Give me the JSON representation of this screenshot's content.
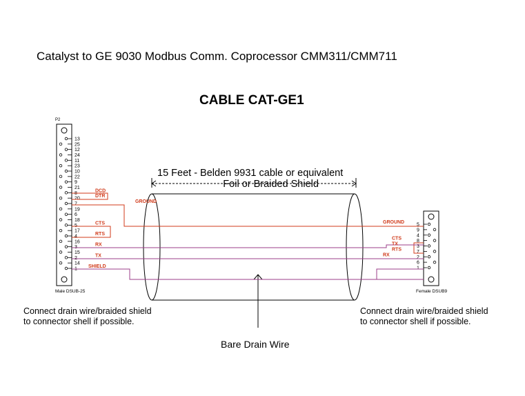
{
  "title": "Catalyst to GE 9030 Modbus Comm. Coprocessor CMM311/CMM711",
  "cable_title": "CABLE CAT-GE1",
  "cable_desc": {
    "line1": "15 Feet - Belden 9931 cable or equivalent",
    "line2": "Foil or Braided Shield"
  },
  "left_connector": {
    "tag": "P2",
    "label": "Male DSUB-25",
    "pins": [
      "13",
      "25",
      "12",
      "24",
      "11",
      "23",
      "10",
      "22",
      "9",
      "21",
      "8",
      "20",
      "7",
      "19",
      "6",
      "18",
      "5",
      "17",
      "4",
      "16",
      "3",
      "15",
      "2",
      "14",
      "1"
    ],
    "signals": [
      {
        "pin": "8",
        "name": "DCD"
      },
      {
        "pin": "20",
        "name": "DTR"
      },
      {
        "pin": "7",
        "name": "GROUND"
      },
      {
        "pin": "5",
        "name": "CTS"
      },
      {
        "pin": "4",
        "name": "RTS"
      },
      {
        "pin": "3",
        "name": "RX"
      },
      {
        "pin": "2",
        "name": "TX"
      },
      {
        "pin": "1",
        "name": "SHIELD"
      }
    ]
  },
  "right_connector": {
    "label": "Female DSUB9",
    "pins": [
      "5",
      "9",
      "4",
      "8",
      "3",
      "7",
      "2",
      "6",
      "1"
    ],
    "signals": [
      {
        "pin": "5",
        "name": "GROUND"
      },
      {
        "pin": "8",
        "name": "CTS"
      },
      {
        "pin": "3",
        "name": "TX"
      },
      {
        "pin": "7",
        "name": "RTS"
      },
      {
        "pin": "2",
        "name": "RX"
      }
    ]
  },
  "note_left": {
    "line1": "Connect drain wire/braided shield",
    "line2": "to connector shell if possible."
  },
  "note_right": {
    "line1": "Connect drain wire/braided shield",
    "line2": "to connector shell if possible."
  },
  "drain_label": "Bare Drain Wire",
  "colors": {
    "wire_red": "#d03a1a",
    "wire_purple": "#9b3d8a",
    "connector": "#000000"
  }
}
